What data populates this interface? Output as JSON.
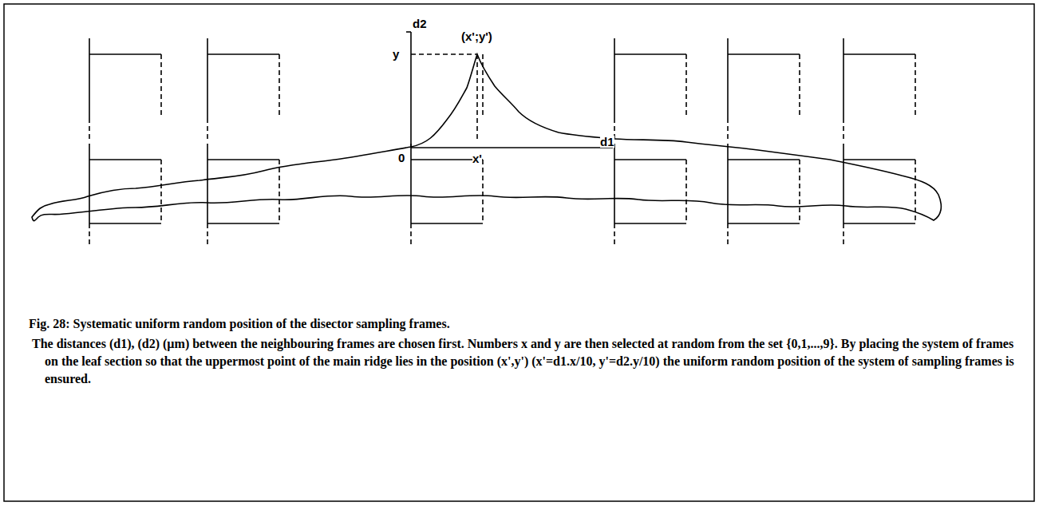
{
  "diagram": {
    "caption": "Fig. 28: Systematic uniform random position of the disector sampling frames.",
    "labels": [
      "d2",
      "y",
      "(x';y')",
      "0",
      "x'",
      "d1",
      "The distances (d1), (d2) (µm) between the neighbouring frames are chosen first. Numbers x and y are then selected at random from the set {0,1,...,9}. By placing the system of frames on the leaf section so that the uppermost point of the main ridge lies in the position (x',y') (x'=d1.x/10, y'=d2.y/10) the uniform random position of the system of sampling frames is ensured."
    ]
  }
}
